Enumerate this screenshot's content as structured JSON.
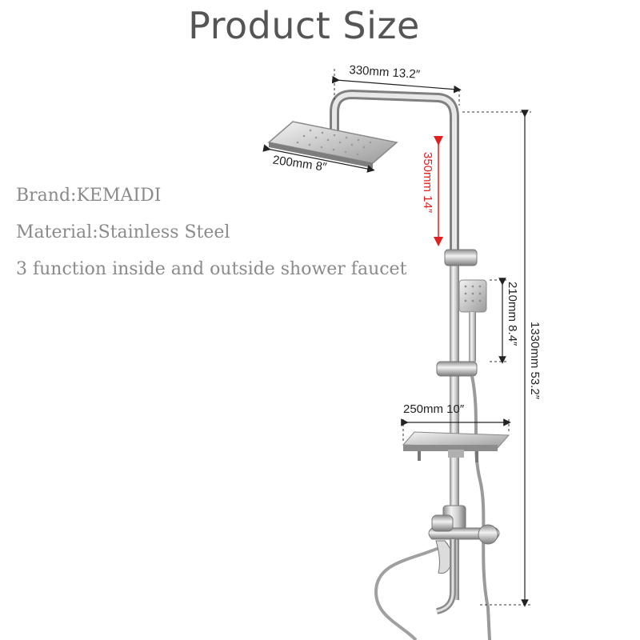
{
  "title": "Product Size",
  "specs": {
    "brand": "Brand:KEMAIDI",
    "material": "Material:Stainless Steel",
    "function": "3 function  inside and outside shower faucet"
  },
  "dimensions": {
    "arm_width": "330mm 13.2″",
    "head_size": "200mm 8″",
    "head_drop": "350mm 14″",
    "handheld_height": "210mm 8.4″",
    "shelf_width": "250mm 10″",
    "total_height": "1330mm 53.2″"
  },
  "colors": {
    "title": "#555555",
    "spec_text": "#8a8a8a",
    "dimension_line": "#222222",
    "highlight_dimension": "#e02020",
    "steel": "#c8c8c8"
  }
}
